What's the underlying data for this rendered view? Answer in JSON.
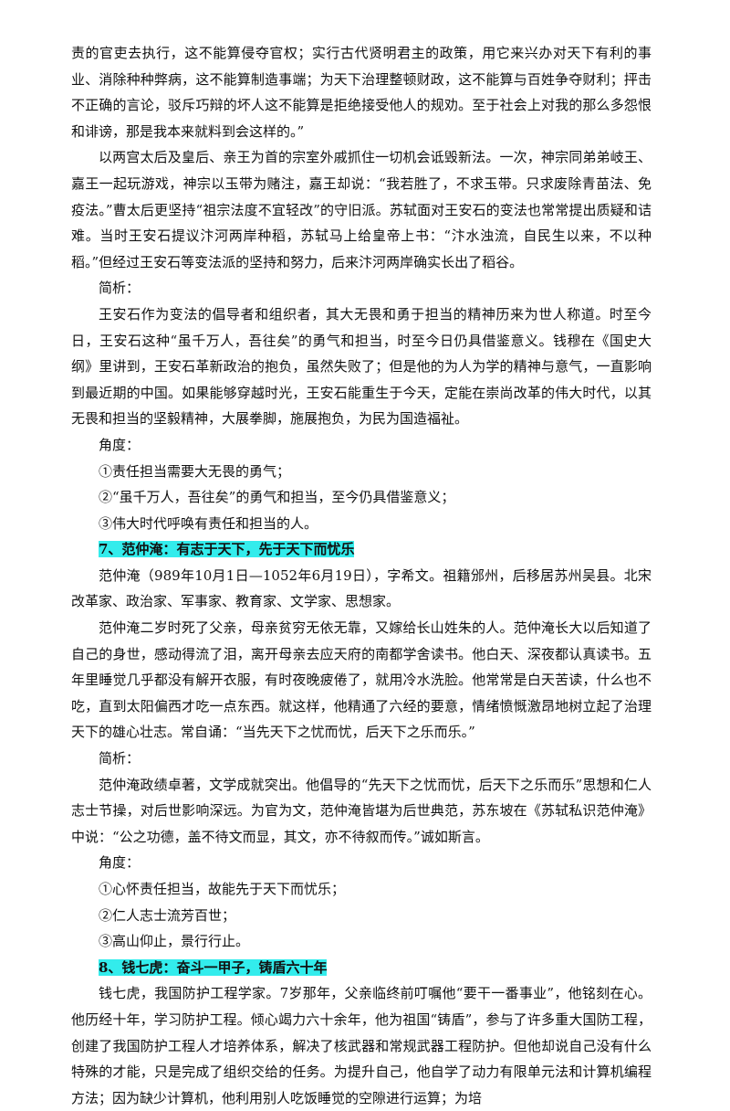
{
  "colors": {
    "heading_highlight": "#33ecec",
    "text": "#111111"
  },
  "paragraphs": [
    {
      "kind": "text",
      "indent": false,
      "text": "责的官吏去执行，这不能算侵夺官权；实行古代贤明君主的政策，用它来兴办对天下有利的事业、消除种种弊病，这不能算制造事端；为天下治理整顿财政，这不能算与百姓争夺财利；抨击不正确的言论，驳斥巧辩的坏人这不能算是拒绝接受他人的规劝。至于社会上对我的那么多怨恨和诽谤，那是我本来就料到会这样的。”"
    },
    {
      "kind": "text",
      "indent": true,
      "text": "以两宫太后及皇后、亲王为首的宗室外戚抓住一切机会诋毁新法。一次，神宗同弟弟岐王、嘉王一起玩游戏，神宗以玉带为赌注，嘉王却说：“我若胜了，不求玉带。只求废除青苗法、免疫法。”曹太后更坚持“祖宗法度不宜轻改”的守旧派。苏轼面对王安石的变法也常常提出质疑和诘难。当时王安石提议汴河两岸种稻，苏轼马上给皇帝上书：“汴水浊流，自民生以来，不以种稻。”但经过王安石等变法派的坚持和努力，后来汴河两岸确实长出了稻谷。"
    },
    {
      "kind": "label",
      "text": "简析："
    },
    {
      "kind": "text",
      "indent": true,
      "text": "王安石作为变法的倡导者和组织者，其大无畏和勇于担当的精神历来为世人称道。时至今日，王安石这种“虽千万人，吾往矣”的勇气和担当，时至今日仍具借鉴意义。钱穆在《国史大纲》里讲到，王安石革新政治的抱负，虽然失败了；但是他的为人为学的精神与意气，一直影响到最近期的中国。如果能够穿越时光，王安石能重生于今天，定能在崇尚改革的伟大时代，以其无畏和担当的坚毅精神，大展拳脚，施展抱负，为民为国造福祉。"
    },
    {
      "kind": "label",
      "text": "角度："
    },
    {
      "kind": "label",
      "text": "①责任担当需要大无畏的勇气；"
    },
    {
      "kind": "label",
      "text": "②“虽千万人，吾往矣”的勇气和担当，至今仍具借鉴意义；"
    },
    {
      "kind": "label",
      "text": "③伟大时代呼唤有责任和担当的人。"
    },
    {
      "kind": "heading",
      "text": "7、范仲淹：有志于天下，先于天下而忧乐"
    },
    {
      "kind": "text",
      "indent": true,
      "text": "范仲淹（989年10月1日—1052年6月19日），字希文。祖籍邠州，后移居苏州吴县。北宋改革家、政治家、军事家、教育家、文学家、思想家。"
    },
    {
      "kind": "text",
      "indent": true,
      "text": "范仲淹二岁时死了父亲，母亲贫穷无依无靠，又嫁给长山姓朱的人。范仲淹长大以后知道了自己的身世，感动得流了泪，离开母亲去应天府的南都学舍读书。他白天、深夜都认真读书。五年里睡觉几乎都没有解开衣服，有时夜晚疲倦了，就用冷水洗脸。他常常是白天苦读，什么也不吃，直到太阳偏西才吃一点东西。就这样，他精通了六经的要意，情绪愤慨激昂地树立起了治理天下的雄心壮志。常自诵：“当先天下之忧而忧，后天下之乐而乐。”"
    },
    {
      "kind": "label",
      "text": "简析："
    },
    {
      "kind": "text",
      "indent": true,
      "text": "范仲淹政绩卓著，文学成就突出。他倡导的“先天下之忧而忧，后天下之乐而乐”思想和仁人志士节操，对后世影响深远。为官为文，范仲淹皆堪为后世典范，苏东坡在《苏轼私识范仲淹》中说：“公之功德，盖不待文而显，其文，亦不待叙而传。”诚如斯言。"
    },
    {
      "kind": "label",
      "text": "角度："
    },
    {
      "kind": "label",
      "text": "①心怀责任担当，故能先于天下而忧乐；"
    },
    {
      "kind": "label",
      "text": "②仁人志士流芳百世；"
    },
    {
      "kind": "label",
      "text": "③高山仰止，景行行止。"
    },
    {
      "kind": "heading",
      "text": "8、钱七虎：奋斗一甲子，铸盾六十年"
    },
    {
      "kind": "text",
      "indent": true,
      "text": "钱七虎，我国防护工程学家。7岁那年，父亲临终前叮嘱他“要干一番事业”，他铭刻在心。他历经十年，学习防护工程。倾心竭力六十余年，他为祖国“铸盾”，参与了许多重大国防工程，创建了我国防护工程人才培养体系，解决了核武器和常规武器工程防护。但他却说自己没有什么特殊的才能，只是完成了组织交给的任务。为提升自己，他自学了动力有限单元法和计算机编程方法；因为缺少计算机，他利用别人吃饭睡觉的空隙进行运算；为培"
    }
  ]
}
